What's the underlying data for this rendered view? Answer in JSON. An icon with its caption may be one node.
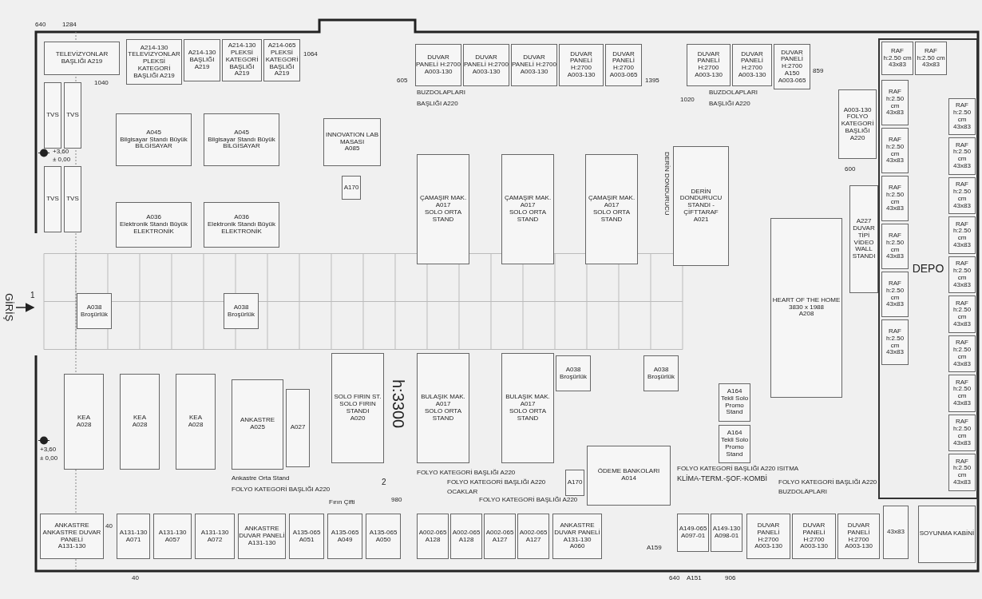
{
  "diagram": {
    "nodes": [
      {
        "text": [
          "DEPO"
        ]
      },
      {
        "text": [
          "RAF h:2.50 cm",
          "43x83"
        ],
        "in": 0
      },
      {
        "text": [
          "RAF h:2.50 cm",
          "43x83"
        ],
        "in": 0
      },
      {
        "text": [
          "RAF h:2.50 cm",
          "43x83"
        ],
        "in": 0
      },
      {
        "text": [
          "RAF h:2.50 cm",
          "43x83"
        ],
        "in": 0
      },
      {
        "text": [
          "RAF h:2.50 cm",
          "43x83"
        ],
        "in": 0
      },
      {
        "text": [
          "RAF h:2.50 cm",
          "43x83"
        ],
        "in": 0
      },
      {
        "text": [
          "RAF h:2.50 cm",
          "43x83"
        ],
        "in": 0
      },
      {
        "text": [
          "RAF h:2.50 cm",
          "43x83"
        ],
        "in": 0
      },
      {
        "text": [
          "RAF h:2.50 cm",
          "43x83"
        ],
        "in": 0
      },
      {
        "text": [
          "RAF h:2.50 cm",
          "43x83"
        ],
        "in": 0
      },
      {
        "text": [
          "RAF h:2.50 cm",
          "43x83"
        ],
        "in": 0
      },
      {
        "text": [
          "RAF h:2.50 cm",
          "43x83"
        ],
        "in": 0
      },
      {
        "text": [
          "RAF h:2.50 cm",
          "43x83"
        ],
        "in": 0
      },
      {
        "text": [
          "RAF h:2.50 cm",
          "43x83"
        ],
        "in": 0
      },
      {
        "text": [
          "RAF h:2.50 cm",
          "43x83"
        ],
        "in": 0
      },
      {
        "text": [
          "RAF h:2.50 cm",
          "43x83"
        ],
        "in": 0
      },
      {
        "text": [
          "RAF h:2.50 cm",
          "43x83"
        ],
        "in": 0
      },
      {
        "text": [
          "RAF h:2.50 cm",
          "43x83"
        ],
        "in": 0
      },
      {
        "text": [
          "SOYUNMA KABİNİ"
        ]
      },
      {
        "text": [
          "43x83"
        ]
      },
      {
        "text": [
          "TELEVİZYONLAR",
          "BAŞLIĞI A219"
        ]
      },
      {
        "text": [
          "A214-130",
          "TELEVİZYONLAR",
          "PLEKSİ KATEGORİ BAŞLIĞI A219"
        ]
      },
      {
        "text": [
          "A214-130",
          "BAŞLIĞI A219"
        ]
      },
      {
        "text": [
          "A214-130",
          "PLEKSİ KATEGORİ BAŞLIĞI A219"
        ]
      },
      {
        "text": [
          "A214-065",
          "PLEKSİ KATEGORİ BAŞLIĞI A219"
        ]
      },
      {
        "text": [
          "TVS"
        ]
      },
      {
        "text": [
          "TVS"
        ]
      },
      {
        "text": [
          "TVS"
        ]
      },
      {
        "text": [
          "TVS"
        ]
      },
      {
        "text": [
          "A045",
          "Bilgisayar Standı Büyük",
          "BİLGİSAYAR"
        ]
      },
      {
        "text": [
          "A045",
          "Bilgisayar Standı Büyük",
          "BİLGİSAYAR"
        ]
      },
      {
        "text": [
          "A036",
          "Elektronik Standı Büyük",
          "ELEKTRONİK"
        ]
      },
      {
        "text": [
          "A036",
          "Elektronik Standı Büyük",
          "ELEKTRONİK"
        ]
      },
      {
        "text": [
          "INNOVATION LAB MASASI",
          "A085"
        ]
      },
      {
        "text": [
          "A170"
        ]
      },
      {
        "text": [
          "DUVAR PANELİ H:2700",
          "A003-130"
        ]
      },
      {
        "text": [
          "DUVAR PANELİ H:2700",
          "A003-130"
        ]
      },
      {
        "text": [
          "DUVAR PANELİ H:2700",
          "A003-130"
        ]
      },
      {
        "text": [
          "DUVAR PANELİ H:2700",
          "A003-130"
        ]
      },
      {
        "text": [
          "DUVAR PANELİ H:2700",
          "A003-065"
        ]
      },
      {
        "text": [
          "DUVAR PANELİ H:2700",
          "A003-130"
        ]
      },
      {
        "text": [
          "DUVAR PANELİ H:2700",
          "A003-130"
        ]
      },
      {
        "text": [
          "DUVAR PANELİ H:2700",
          "A150",
          "A003-065"
        ]
      },
      {
        "text": [
          "ÇAMAŞIR MAK.",
          "A017",
          "SOLO ORTA STAND"
        ]
      },
      {
        "text": [
          "ÇAMAŞIR MAK.",
          "A017",
          "SOLO ORTA STAND"
        ]
      },
      {
        "text": [
          "ÇAMAŞIR MAK.",
          "A017",
          "SOLO ORTA STAND"
        ]
      },
      {
        "text": [
          "DERİN DONDURUCU STANDI - ÇİFTTARAF",
          "A021"
        ],
        "beside": [
          "DERİN DONDURUCU"
        ]
      },
      {
        "text": [
          "BULAŞIK MAK.",
          "A017",
          "SOLO ORTA STAND"
        ]
      },
      {
        "text": [
          "BULAŞIK MAK.",
          "A017",
          "SOLO ORTA STAND"
        ]
      },
      {
        "text": [
          "SOLO FIRIN ST.",
          "SOLO FIRIN STANDI",
          "A020"
        ]
      },
      {
        "text": [
          "ANKASTRE",
          "A025"
        ]
      },
      {
        "text": [
          "A027"
        ]
      },
      {
        "text": [
          "KEA",
          "A028"
        ]
      },
      {
        "text": [
          "KEA",
          "A028"
        ]
      },
      {
        "text": [
          "KEA",
          "A028"
        ]
      },
      {
        "text": [
          "A038",
          "Broşürlük"
        ]
      },
      {
        "text": [
          "A038",
          "Broşürlük"
        ]
      },
      {
        "text": [
          "A038",
          "Broşürlük"
        ]
      },
      {
        "text": [
          "A038",
          "Broşürlük"
        ]
      },
      {
        "text": [
          "HEART OF THE HOME",
          "3830 x 1988",
          "A208"
        ]
      },
      {
        "text": [
          "A164",
          "Tekli Solo Promo Stand"
        ]
      },
      {
        "text": [
          "A164",
          "Tekli Solo Promo Stand"
        ]
      },
      {
        "text": [
          "ÖDEME BANKOLARI",
          "A014"
        ]
      },
      {
        "text": [
          "A170"
        ]
      },
      {
        "text": [
          "ANKASTRE",
          "ANKASTRE DUVAR PANELİ",
          "A131-130"
        ]
      },
      {
        "text": [
          "A131-130",
          "A071"
        ]
      },
      {
        "text": [
          "A131-130",
          "A057"
        ]
      },
      {
        "text": [
          "A131-130",
          "A072"
        ]
      },
      {
        "text": [
          "ANKASTRE DUVAR PANELİ",
          "A131-130"
        ]
      },
      {
        "text": [
          "A135-065",
          "A051"
        ]
      },
      {
        "text": [
          "A135-065",
          "A049"
        ]
      },
      {
        "text": [
          "A135-065",
          "A050"
        ]
      },
      {
        "text": [
          "A002-065",
          "A128"
        ]
      },
      {
        "text": [
          "A002-065",
          "A128"
        ]
      },
      {
        "text": [
          "A002-065",
          "A127"
        ]
      },
      {
        "text": [
          "A002-065",
          "A127"
        ]
      },
      {
        "text": [
          "ANKASTRE DUVAR PANELİ",
          "A131-130",
          "A060"
        ]
      },
      {
        "text": [
          "A149-065",
          "A097-01"
        ]
      },
      {
        "text": [
          "A149-130",
          "A098-01"
        ]
      },
      {
        "text": [
          "DUVAR PANELİ H:2700",
          "A003-130"
        ]
      },
      {
        "text": [
          "DUVAR PANELİ H:2700",
          "A003-130"
        ]
      },
      {
        "text": [
          "DUVAR PANELİ H:2700",
          "A003-130"
        ]
      },
      {
        "text": [
          "A003-130",
          "FOLYO KATEGORİ BAŞLIĞI A220"
        ]
      },
      {
        "text": [
          "A227",
          "DUVAR TİPİ VİDEO WALL STANDI"
        ]
      }
    ],
    "labels": [
      "GİRİŞ",
      "1",
      "640",
      "1284",
      "+3,60",
      "± 0,00",
      "+3,60",
      "± 0,00",
      "1040",
      "1064",
      "605",
      "BUZDOLAPLARI",
      "BAŞLIĞI A220",
      "1395",
      "1020",
      "BUZDOLAPLARI",
      "BAŞLIĞI A220",
      "859",
      "600",
      "h:3300",
      "2",
      "980",
      "Ankastre Orta Stand",
      "FOLYO KATEGORİ BAŞLIĞI A220",
      "Fırın Çifti",
      "40",
      "40",
      "FOLYO KATEGORİ BAŞLIĞI A220",
      "FOLYO KATEGORİ BAŞLIĞI A220",
      "OCAKLAR",
      "FOLYO KATEGORİ BAŞLIĞI A220",
      "FOLYO KATEGORİ BAŞLIĞI A220 ISITMA",
      "KLİMA-TERM.-ŞOF.-KOMBİ",
      "FOLYO KATEGORİ BAŞLIĞI A220",
      "BUZDOLAPLARI",
      "640",
      "906",
      "A159",
      "A151"
    ]
  }
}
